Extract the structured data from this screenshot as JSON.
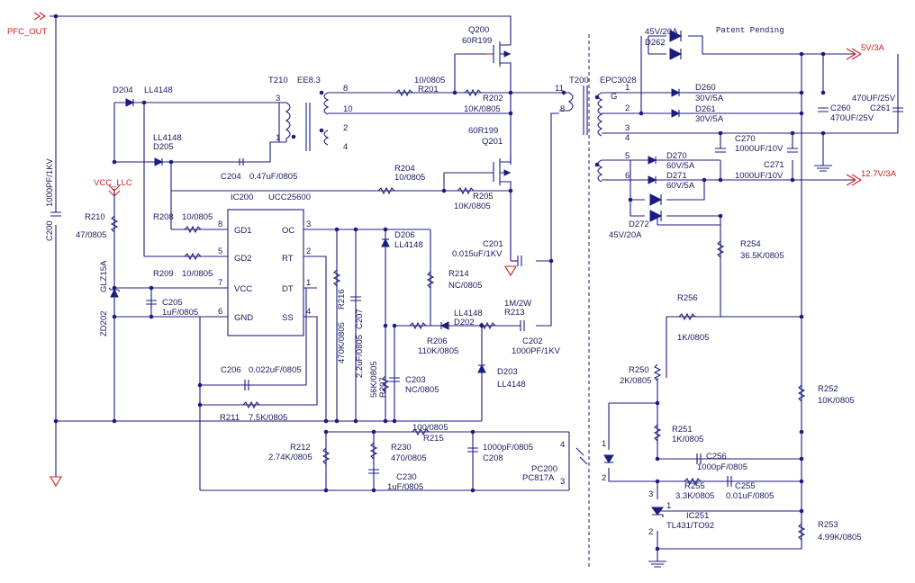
{
  "colors": {
    "wire": "#1c1c80",
    "net_label": "#d02020",
    "text": "#1a1a60",
    "background": "#ffffff"
  },
  "nets": {
    "pfc_out": "PFC_OUT",
    "vcc_llc": "VCC_LLC",
    "out_5v": "5V/3A",
    "out_12v": "12.7V/3A"
  },
  "note": "Patent Pending",
  "components": {
    "q200": {
      "ref": "Q200",
      "value": "60R199"
    },
    "q201": {
      "ref": "Q201",
      "value": "60R199"
    },
    "t210": {
      "ref": "T210",
      "value": "EE8.3"
    },
    "t200": {
      "ref": "T200",
      "value": "EPC3028"
    },
    "ic200": {
      "ref": "IC200",
      "value": "UCC25600"
    },
    "ic251": {
      "ref": "IC251",
      "value": "TL431/TO92"
    },
    "pc200": {
      "ref": "PC200",
      "value": "PC817A"
    },
    "d204": {
      "ref": "D204",
      "value": "LL4148"
    },
    "d205": {
      "ref": "D205",
      "value": "LL4148"
    },
    "d206": {
      "ref": "D206",
      "value": "LL4148"
    },
    "d202": {
      "ref": "D202",
      "value": "LL4148"
    },
    "d203": {
      "ref": "D203",
      "value": "LL4148"
    },
    "zd202": {
      "ref": "ZD202",
      "value": "GLZ15A"
    },
    "d262": {
      "ref": "D262",
      "value": "45V/20A"
    },
    "d260": {
      "ref": "D260",
      "value": "30V/5A"
    },
    "d261": {
      "ref": "D261",
      "value": "30V/5A"
    },
    "d270": {
      "ref": "D270",
      "value": "60V/5A"
    },
    "d271": {
      "ref": "D271",
      "value": "60V/5A"
    },
    "d272": {
      "ref": "D272",
      "value": "45V/20A"
    },
    "r201": {
      "ref": "R201",
      "value": "10/0805"
    },
    "r202": {
      "ref": "R202",
      "value": "10K/0805"
    },
    "r204": {
      "ref": "R204",
      "value": "10/0805"
    },
    "r205": {
      "ref": "R205",
      "value": "10K/0805"
    },
    "r208": {
      "ref": "R208",
      "value": "10/0805"
    },
    "r209": {
      "ref": "R209",
      "value": "10/0805"
    },
    "r210": {
      "ref": "R210",
      "value": "47/0805"
    },
    "r211": {
      "ref": "R211",
      "value": "7.5K/0805"
    },
    "r212": {
      "ref": "R212",
      "value": "2.74K/0805"
    },
    "r213": {
      "ref": "R213",
      "value": "1M/2W"
    },
    "r214": {
      "ref": "R214",
      "value": "NC/0805"
    },
    "r215": {
      "ref": "R215",
      "value": "100/0805"
    },
    "r216": {
      "ref": "R216",
      "value": "470K/0805"
    },
    "r206": {
      "ref": "R206",
      "value": "110K/0805"
    },
    "r207": {
      "ref": "R207",
      "value": "56K/0805"
    },
    "r230": {
      "ref": "R230",
      "value": "470/0805"
    },
    "r250": {
      "ref": "R250",
      "value": "2K/0805"
    },
    "r251": {
      "ref": "R251",
      "value": "1K/0805"
    },
    "r252": {
      "ref": "R252",
      "value": "10K/0805"
    },
    "r253": {
      "ref": "R253",
      "value": "4.99K/0805"
    },
    "r254": {
      "ref": "R254",
      "value": "36.5K/0805"
    },
    "r255": {
      "ref": "R255",
      "value": "3.3K/0805"
    },
    "r256": {
      "ref": "R256",
      "value": "1K/0805"
    },
    "c200": {
      "ref": "C200",
      "value": "1000PF/1KV"
    },
    "c201": {
      "ref": "C201",
      "value": "0.015uF/1KV"
    },
    "c202": {
      "ref": "C202",
      "value": "1000PF/1KV"
    },
    "c203": {
      "ref": "C203",
      "value": "NC/0805"
    },
    "c204": {
      "ref": "C204",
      "value": "0.47uF/0805"
    },
    "c205": {
      "ref": "C205",
      "value": "1uF/0805"
    },
    "c206": {
      "ref": "C206",
      "value": "0.022uF/0805"
    },
    "c207": {
      "ref": "C207",
      "value": "2.2uF/0805"
    },
    "c208": {
      "ref": "C208",
      "value": "1000pF/0805"
    },
    "c230": {
      "ref": "C230",
      "value": "1uF/0805"
    },
    "c255": {
      "ref": "C255",
      "value": "0.01uF/0805"
    },
    "c256": {
      "ref": "C256",
      "value": "1000pF/0805"
    },
    "c260": {
      "ref": "C260",
      "value": "470UF/25V"
    },
    "c261": {
      "ref": "C261",
      "value": "470UF/25V"
    },
    "c270": {
      "ref": "C270",
      "value": "1000UF/10V"
    },
    "c271": {
      "ref": "C271",
      "value": "1000UF/10V"
    }
  },
  "pins": {
    "ic200": {
      "gd1": "GD1",
      "gd2": "GD2",
      "vcc": "VCC",
      "gnd": "GND",
      "oc": "OC",
      "rt": "RT",
      "dt": "DT",
      "ss": "SS",
      "n8": "8",
      "n5": "5",
      "n7": "7",
      "n6": "6",
      "n3": "3",
      "n2": "2",
      "n1": "1",
      "n4": "4"
    },
    "t210": {
      "n3": "3",
      "n1": "1",
      "n8": "8",
      "n10": "10",
      "n2": "2",
      "n4": "4"
    },
    "t200": {
      "n11": "11",
      "n8": "8",
      "g": "G",
      "n1": "1",
      "n2": "2",
      "n3": "3",
      "n4": "4",
      "n5": "5",
      "n6": "6"
    },
    "pc200": {
      "n4": "4",
      "n3": "3",
      "n1": "1",
      "n2": "2"
    },
    "ic251": {
      "n3": "3",
      "n1": "1",
      "n2": "2"
    }
  }
}
